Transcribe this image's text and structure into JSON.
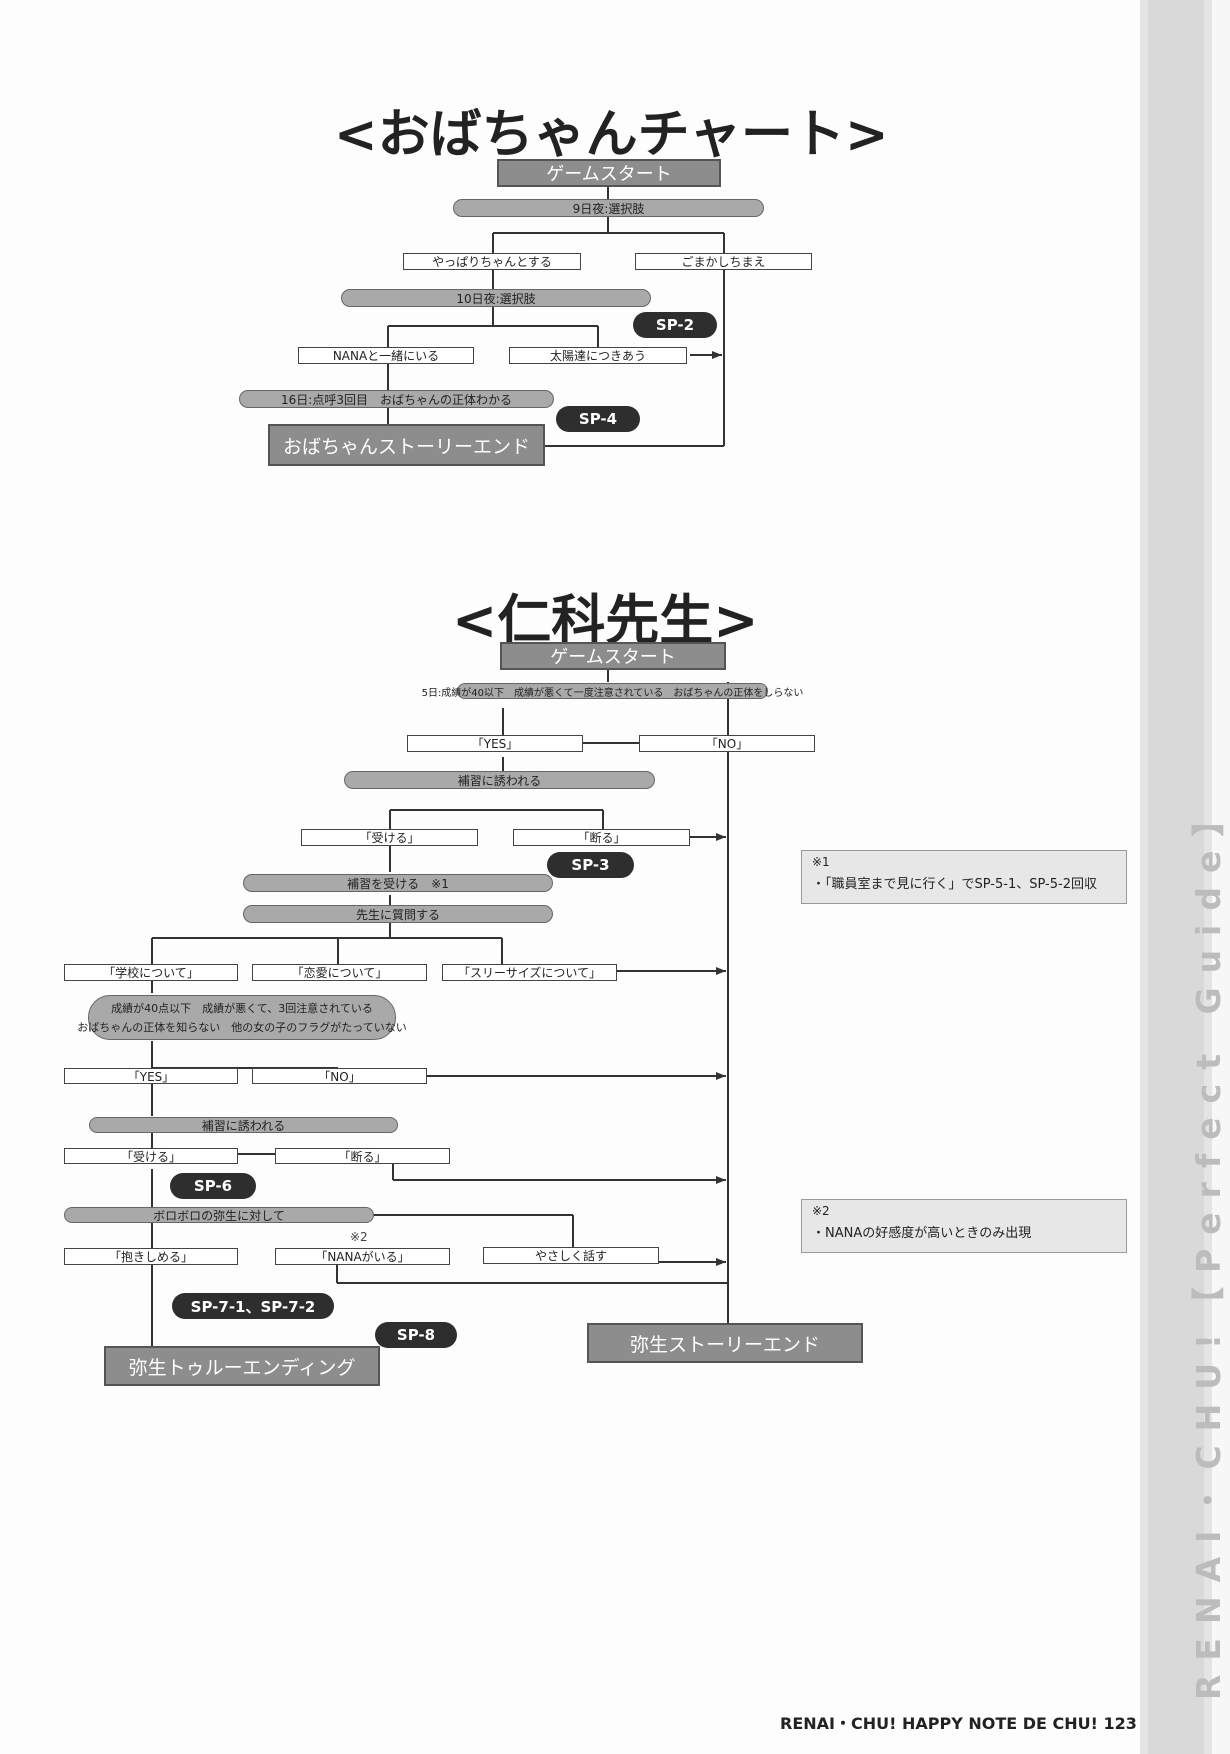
{
  "obachan": {
    "title": "<おばちゃんチャート>",
    "start": "ゲームスタート",
    "q1": "9日夜:選択肢",
    "opt_yappari": "やっぱりちゃんとする",
    "opt_gomakashi": "ごまかしちまえ",
    "q2": "10日夜:選択肢",
    "opt_nana": "NANAと一緒にいる",
    "opt_taiyou": "太陽達につきあう",
    "sp2": "SP-2",
    "q3": "16日:点呼3回目　おばちゃんの正体わかる",
    "sp4": "SP-4",
    "end": "おばちゃんストーリーエンド"
  },
  "nishina": {
    "title": "<仁科先生>",
    "start": "ゲームスタート",
    "cond1": "5日:成績が40以下　成績が悪くて一度注意されている　おばちゃんの正体をしらない",
    "yes1": "「YES」",
    "no1": "「NO」",
    "hoshuu1": "補習に誘われる",
    "ukeru1": "「受ける」",
    "kotowaru1": "「断る」",
    "sp3": "SP-3",
    "hoshuu_uke": "補習を受ける　※1",
    "shitsumon": "先生に質問する",
    "gakkou": "「学校について」",
    "renai": "「恋愛について」",
    "threesize": "「スリーサイズについて」",
    "cond2_line1": "成績が40点以下　成績が悪くて、3回注意されている",
    "cond2_line2": "おばちゃんの正体を知らない　他の女の子のフラグがたっていない",
    "yes2": "「YES」",
    "no2": "「NO」",
    "hoshuu2": "補習に誘われる",
    "ukeru2": "「受ける」",
    "kotowaru2": "「断る」",
    "sp6": "SP-6",
    "boroboro": "ボロボロの弥生に対して",
    "dakishimeru": "「抱きしめる」",
    "mark2": "※2",
    "nana_iru": "「NANAがいる」",
    "yasashiku": "やさしく話す",
    "sp7": "SP-7-1、SP-7-2",
    "sp8": "SP-8",
    "true_end": "弥生トゥルーエンディング",
    "story_end": "弥生ストーリーエンド"
  },
  "notes": {
    "n1_mark": "※1",
    "n1_text": "・「職員室まで見に行く」でSP-5-1、SP-5-2回収",
    "n2_mark": "※2",
    "n2_text": "・NANAの好感度が高いときのみ出現"
  },
  "side_text": "RENAI・CHU!【Perfect Guide】",
  "footer": "RENAI・CHU! HAPPY NOTE DE CHU! 123"
}
